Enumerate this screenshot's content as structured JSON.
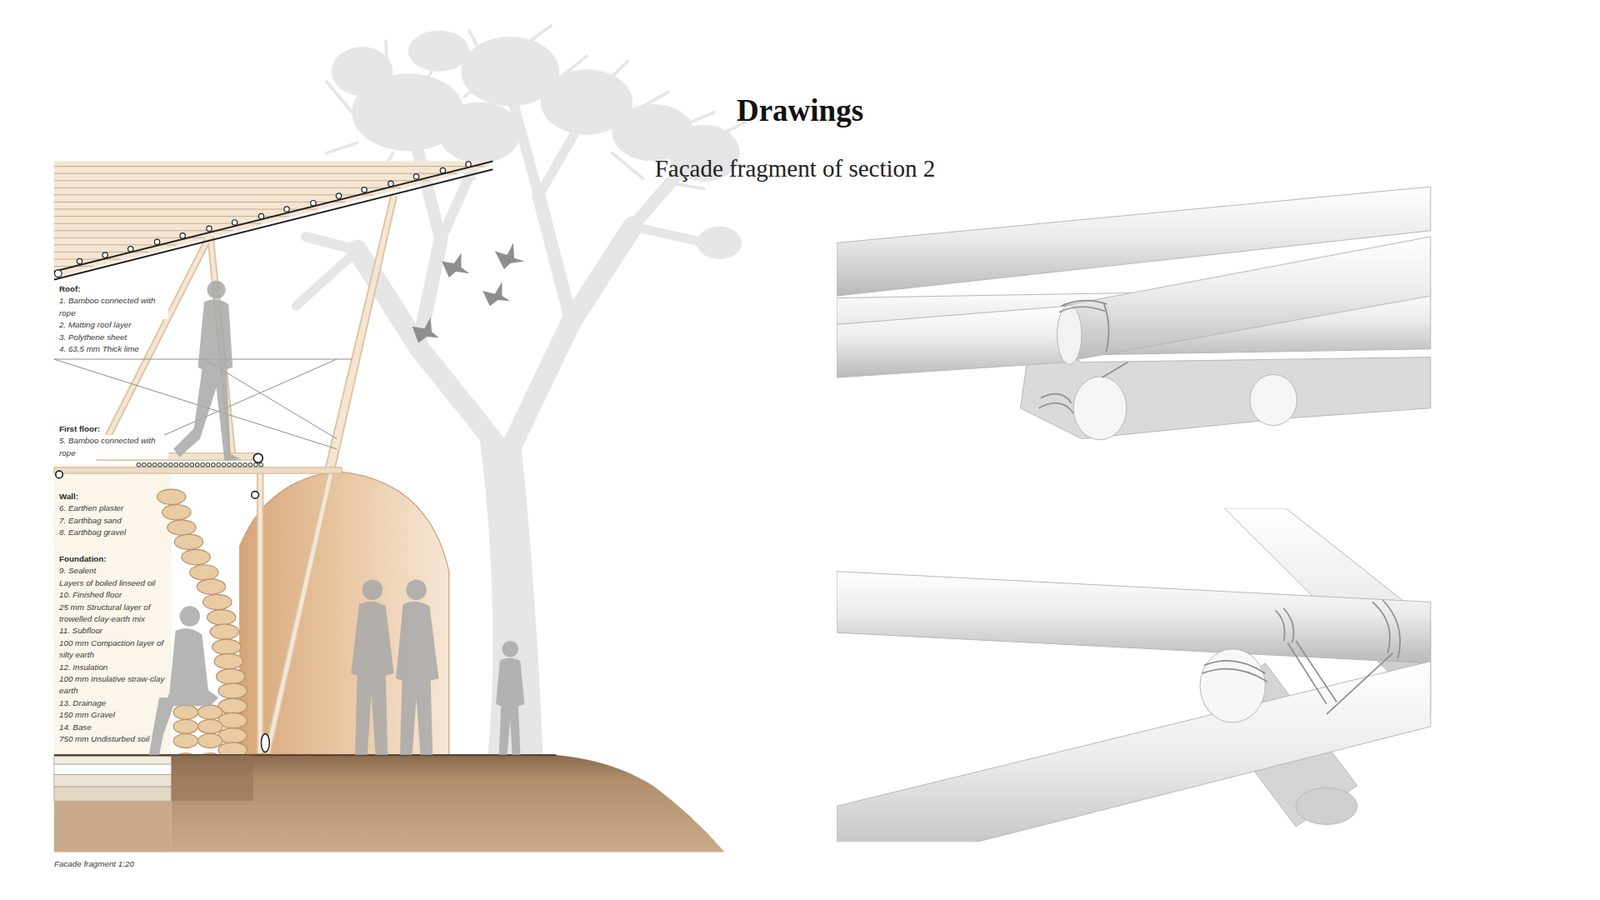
{
  "diagram": {
    "title": "Drawings",
    "caption": "Façade fragment of section 2",
    "labels": [
      "Roof:",
      "1. Bamboo connected with rope",
      "2. Matting roof layer",
      "3. Polythene sheet",
      "4. 63,5 mm Thick lime",
      "First floor:",
      "5. Bamboo connected with rope",
      "Wall:",
      "6. Earthen plaster",
      "7. Earthbag sand",
      "8. Earthbag gravel",
      "Foundation:",
      "9. Sealent",
      "Layers of boiled linseed oil",
      "10. Finished floor",
      "25 mm Structural layer of trowelled clay-earth mix",
      "11. Subfloor",
      "100 mm Compaction layer of silty earth",
      "12. Insulation",
      "100 mm Insulative straw-clay earth",
      "13. Drainage",
      "150 mm Gravel",
      "14. Base",
      "750 mm Undisturbed soil",
      "Facade fragment 1:20"
    ]
  }
}
